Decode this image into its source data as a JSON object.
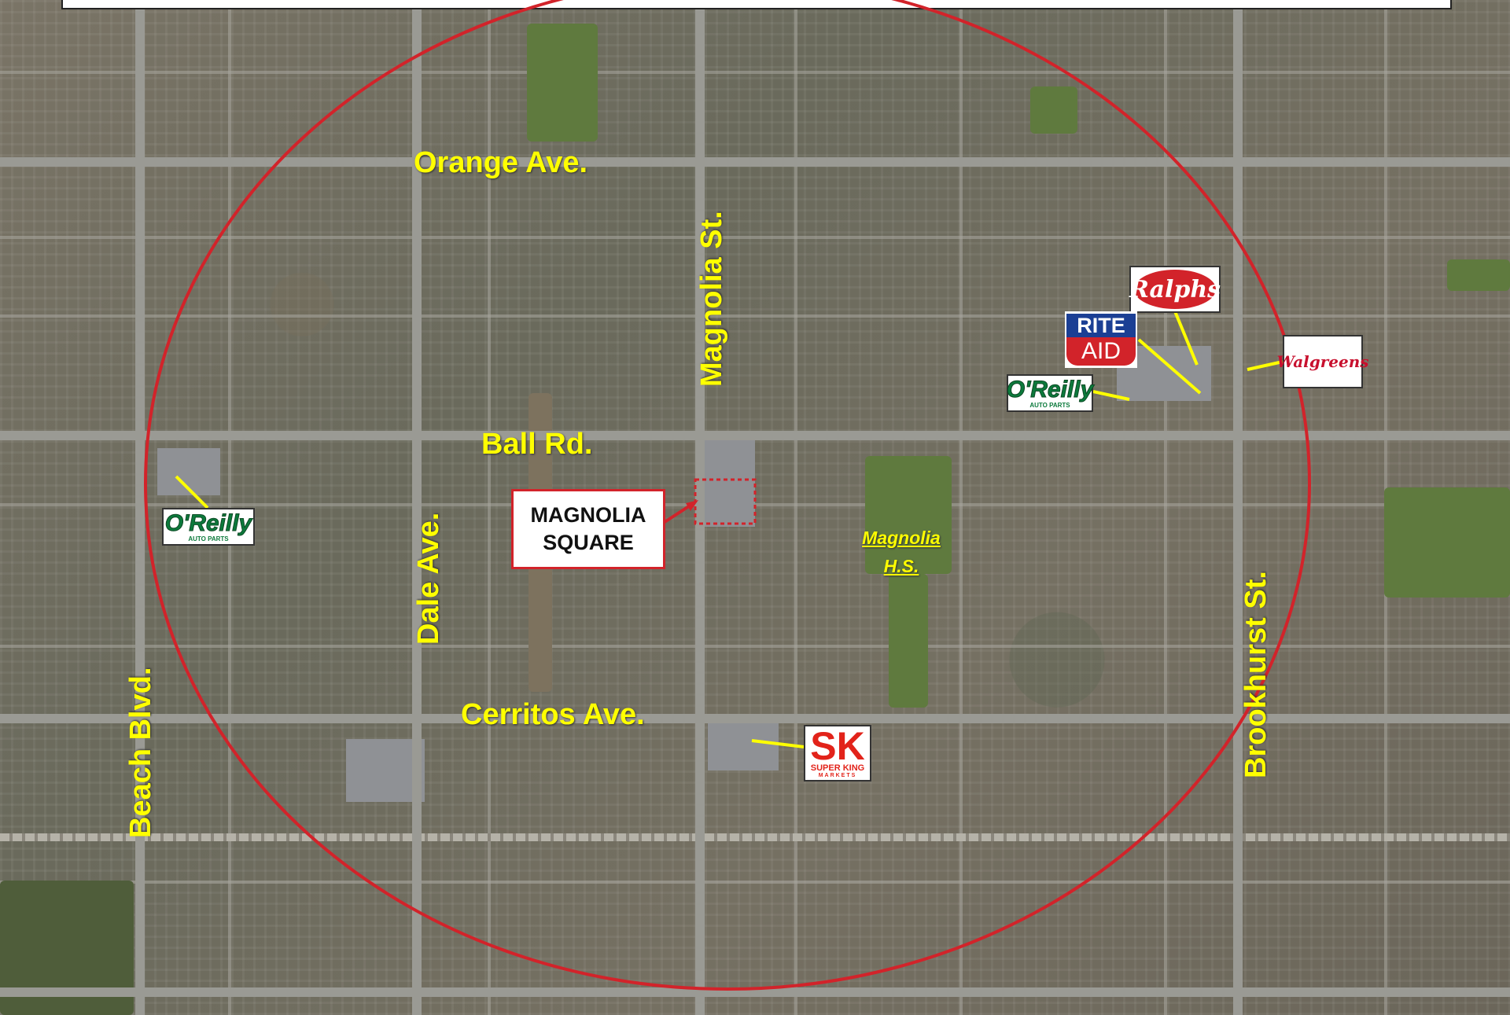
{
  "streets": {
    "orange": "Orange Ave.",
    "ball": "Ball Rd.",
    "cerritos": "Cerritos Ave.",
    "magnolia": "Magnolia St.",
    "dale": "Dale Ave.",
    "beach": "Beach Blvd.",
    "brookhurst": "Brookhurst St."
  },
  "site": {
    "line1": "MAGNOLIA",
    "line2": "SQUARE"
  },
  "school": {
    "line1": "Magnolia",
    "line2": "H.S."
  },
  "logos": {
    "oreilly_main": "O'Reilly",
    "oreilly_sub": "AUTO PARTS",
    "ralphs": "Ralphs",
    "rite": "RITE",
    "aid": "AID",
    "walgreens": "Walgreens",
    "superking_main": "SK",
    "superking_sub1": "SUPER KING",
    "superking_sub2": "MARKETS"
  },
  "colors": {
    "radius_ring": "#d2232a",
    "street_label": "#ffff00",
    "pointer_line": "#ffff00"
  }
}
